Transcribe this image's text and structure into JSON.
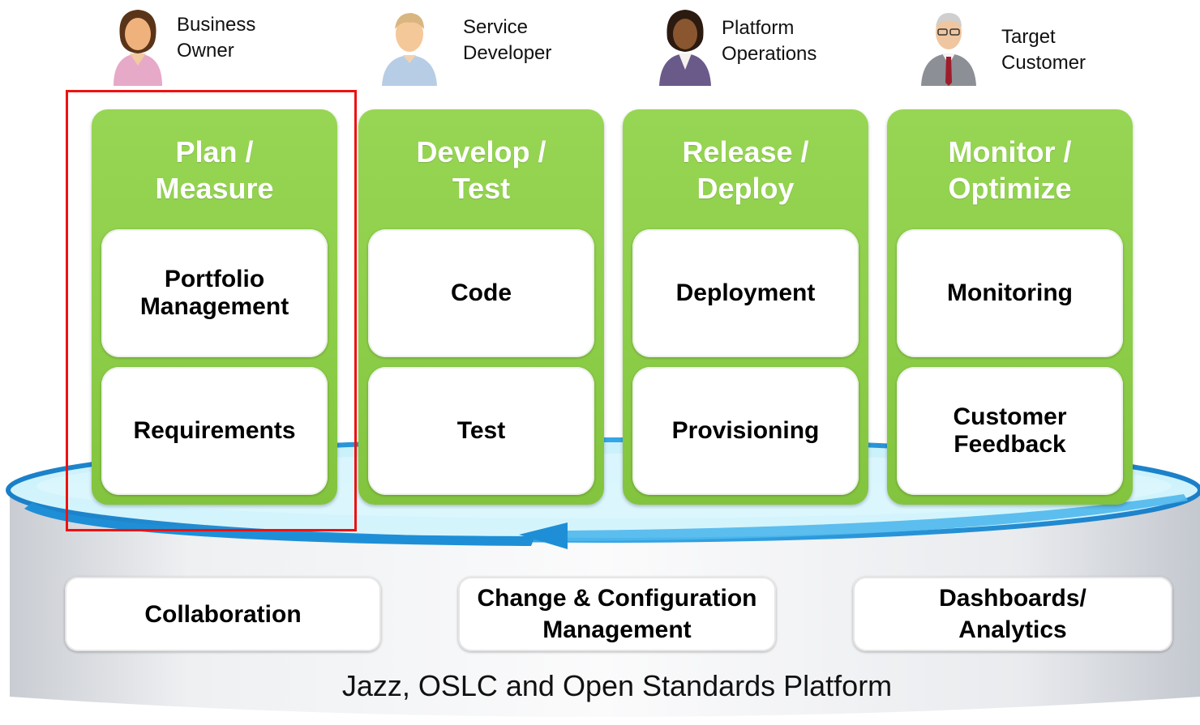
{
  "personas": [
    {
      "name": "Business\nOwner",
      "icon": "business-owner-avatar-icon"
    },
    {
      "name": "Service\nDeveloper",
      "icon": "service-developer-avatar-icon"
    },
    {
      "name": "Platform\nOperations",
      "icon": "platform-operations-avatar-icon"
    },
    {
      "name": "Target\nCustomer",
      "icon": "target-customer-avatar-icon"
    }
  ],
  "columns": [
    {
      "title": "Plan /\nMeasure",
      "items": [
        "Portfolio\nManagement",
        "Requirements"
      ],
      "highlighted": true
    },
    {
      "title": "Develop /\nTest",
      "items": [
        "Code",
        "Test"
      ],
      "highlighted": false
    },
    {
      "title": "Release /\nDeploy",
      "items": [
        "Deployment",
        "Provisioning"
      ],
      "highlighted": false
    },
    {
      "title": "Monitor /\nOptimize",
      "items": [
        "Monitoring",
        "Customer\nFeedback"
      ],
      "highlighted": false
    }
  ],
  "services": [
    "Collaboration",
    "Change & Configuration\nManagement",
    "Dashboards/\nAnalytics"
  ],
  "platform": {
    "title": "Jazz, OSLC and Open Standards Platform"
  },
  "colors": {
    "column_green": "#8ccd48",
    "highlight_red": "#ee1111",
    "cycle_arrow_blue": "#1e8fd6"
  }
}
